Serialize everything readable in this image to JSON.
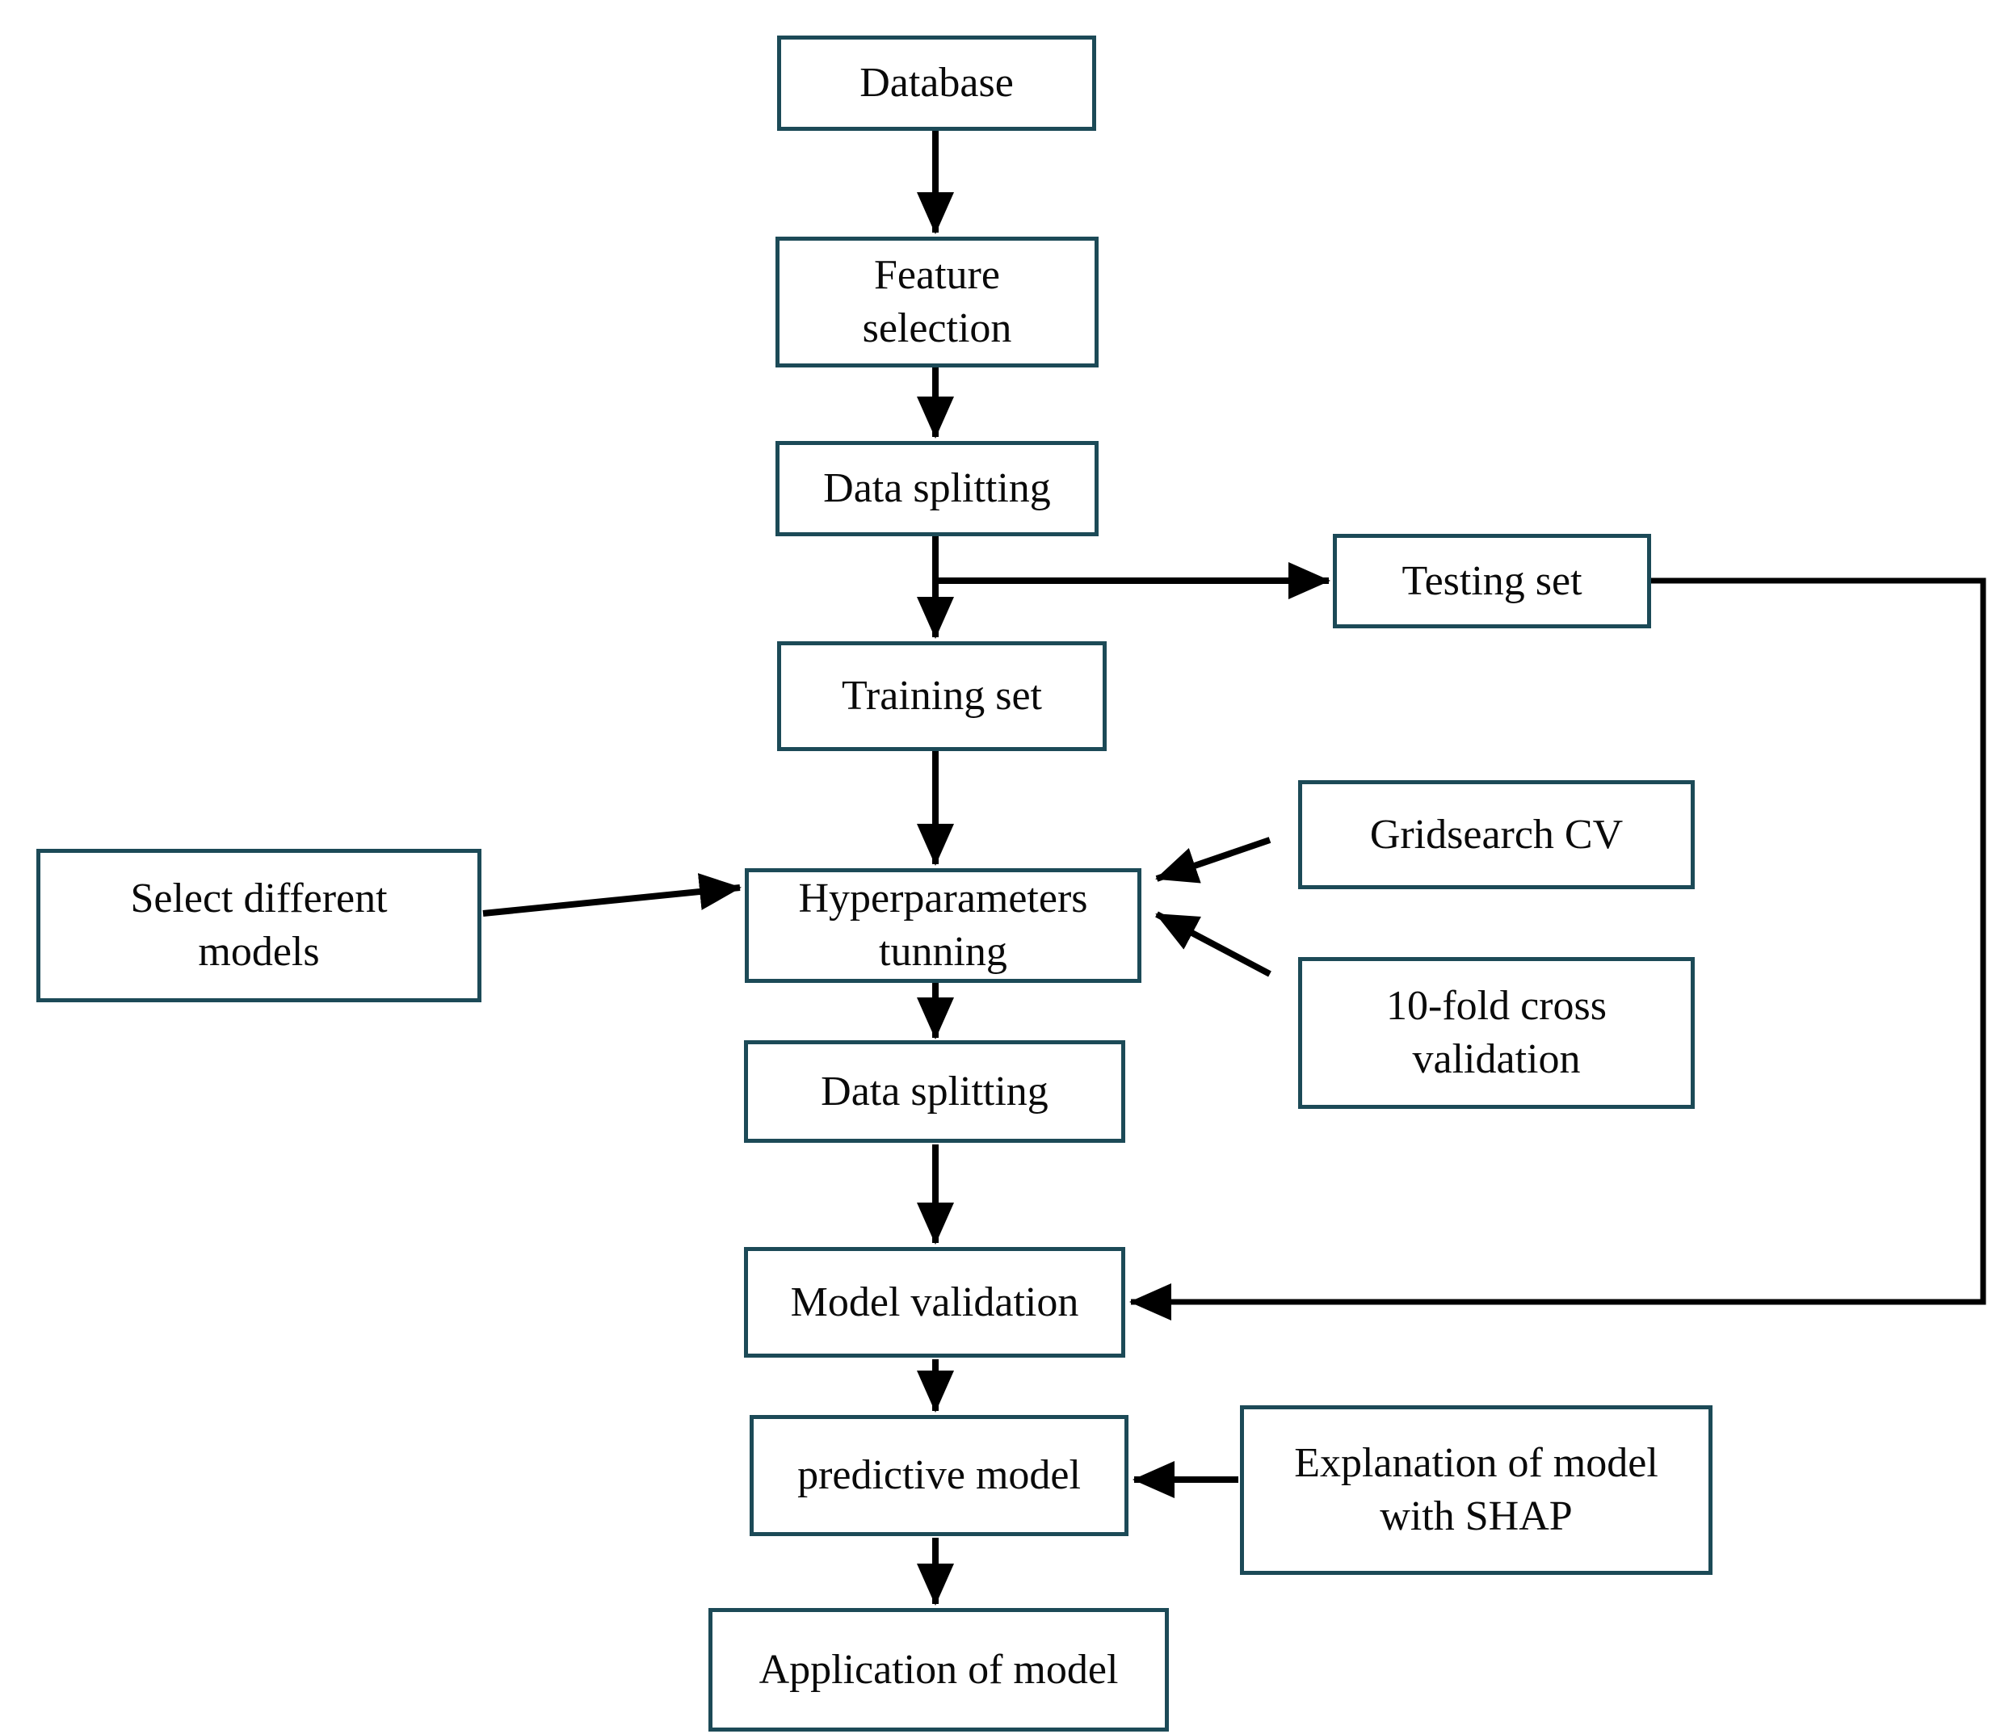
{
  "diagram": {
    "type": "flowchart",
    "description": "Machine learning modelling workflow flowchart",
    "colors": {
      "box_border": "#1c4a57",
      "box_background": "#ffffff",
      "text": "#0a0a0a",
      "arrow": "#000000"
    },
    "nodes": {
      "database": {
        "label": "Database"
      },
      "feature_selection": {
        "label": "Feature\nselection"
      },
      "data_splitting_1": {
        "label": "Data splitting"
      },
      "testing_set": {
        "label": "Testing set"
      },
      "training_set": {
        "label": "Training set"
      },
      "select_models": {
        "label": "Select different\nmodels"
      },
      "hyperparameters": {
        "label": "Hyperparameters\ntunning"
      },
      "gridsearch": {
        "label": "Gridsearch CV"
      },
      "cross_validation": {
        "label": "10-fold cross\nvalidation"
      },
      "data_splitting_2": {
        "label": "Data splitting"
      },
      "model_validation": {
        "label": "Model validation"
      },
      "predictive_model": {
        "label": "predictive model"
      },
      "explanation_shap": {
        "label": "Explanation of model\nwith SHAP"
      },
      "application": {
        "label": "Application of model"
      }
    },
    "edges": [
      {
        "from": "database",
        "to": "feature_selection"
      },
      {
        "from": "feature_selection",
        "to": "data_splitting_1"
      },
      {
        "from": "data_splitting_1",
        "to": "training_set"
      },
      {
        "from": "data_splitting_1",
        "to": "testing_set"
      },
      {
        "from": "training_set",
        "to": "hyperparameters"
      },
      {
        "from": "select_models",
        "to": "hyperparameters"
      },
      {
        "from": "gridsearch",
        "to": "hyperparameters"
      },
      {
        "from": "cross_validation",
        "to": "hyperparameters"
      },
      {
        "from": "hyperparameters",
        "to": "data_splitting_2"
      },
      {
        "from": "data_splitting_2",
        "to": "model_validation"
      },
      {
        "from": "testing_set",
        "to": "model_validation"
      },
      {
        "from": "model_validation",
        "to": "predictive_model"
      },
      {
        "from": "explanation_shap",
        "to": "predictive_model"
      },
      {
        "from": "predictive_model",
        "to": "application"
      }
    ]
  }
}
